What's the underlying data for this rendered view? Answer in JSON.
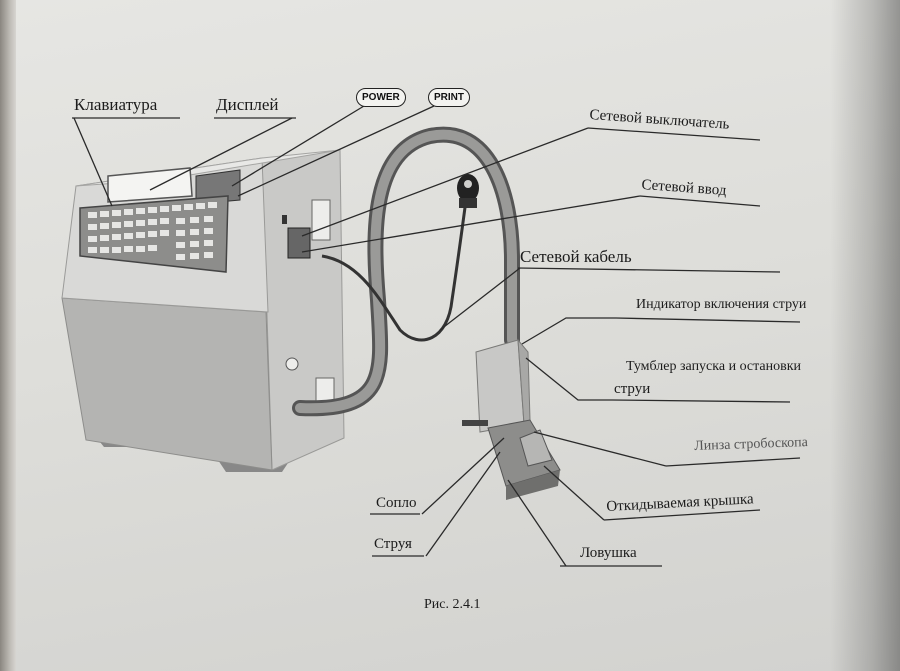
{
  "labels": {
    "keyboard": "Клавиатура",
    "display": "Дисплей",
    "power_button": "POWER",
    "print_button": "PRINT",
    "mains_switch": "Сетевой выключатель",
    "mains_input": "Сетевой ввод",
    "mains_cable": "Сетевой кабель",
    "jet_indicator": "Индикатор включения струи",
    "jet_toggle_line1": "Тумблер запуска и остановки",
    "jet_toggle_line2": "струи",
    "strobe_lens": "Линза стробоскопа",
    "nozzle": "Сопло",
    "hinged_cover": "Откидываемая крышка",
    "jet": "Струя",
    "trap": "Ловушка"
  },
  "caption": "Рис. 2.4.1"
}
